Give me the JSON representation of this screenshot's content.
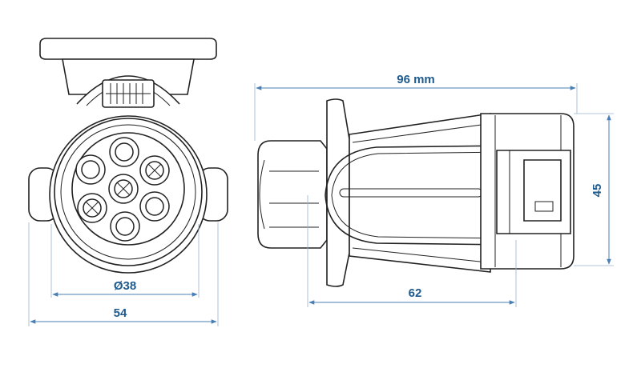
{
  "dimensions": {
    "length": "96 mm",
    "height": "45",
    "socket_diameter": "Ø38",
    "front_width": "54",
    "body_length": "62"
  },
  "colors": {
    "dimension": "#1f5a8e",
    "outline": "#222222",
    "background": "#ffffff"
  }
}
